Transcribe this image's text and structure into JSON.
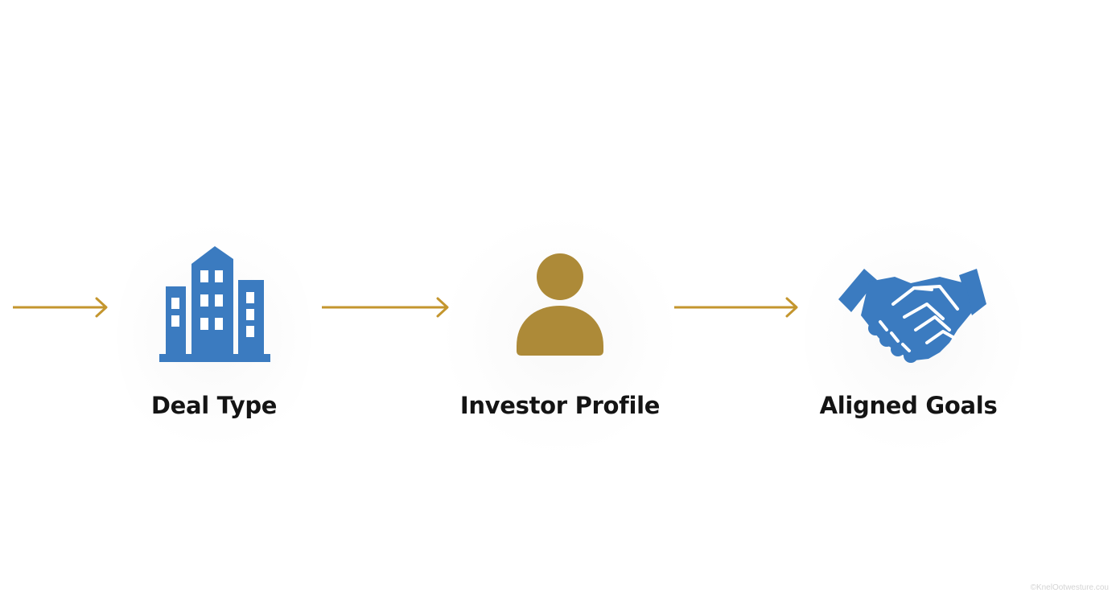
{
  "diagram": {
    "steps": [
      {
        "label": "Deal Type",
        "icon": "office-building-icon",
        "icon_color": "#3b7bc0"
      },
      {
        "label": "Investor Profile",
        "icon": "person-icon",
        "icon_color": "#ad8a38"
      },
      {
        "label": "Aligned Goals",
        "icon": "handshake-icon",
        "icon_color": "#3b7bc0"
      }
    ],
    "arrow_color": "#c4962e"
  },
  "watermark": "©KnelOotwesture.cou"
}
